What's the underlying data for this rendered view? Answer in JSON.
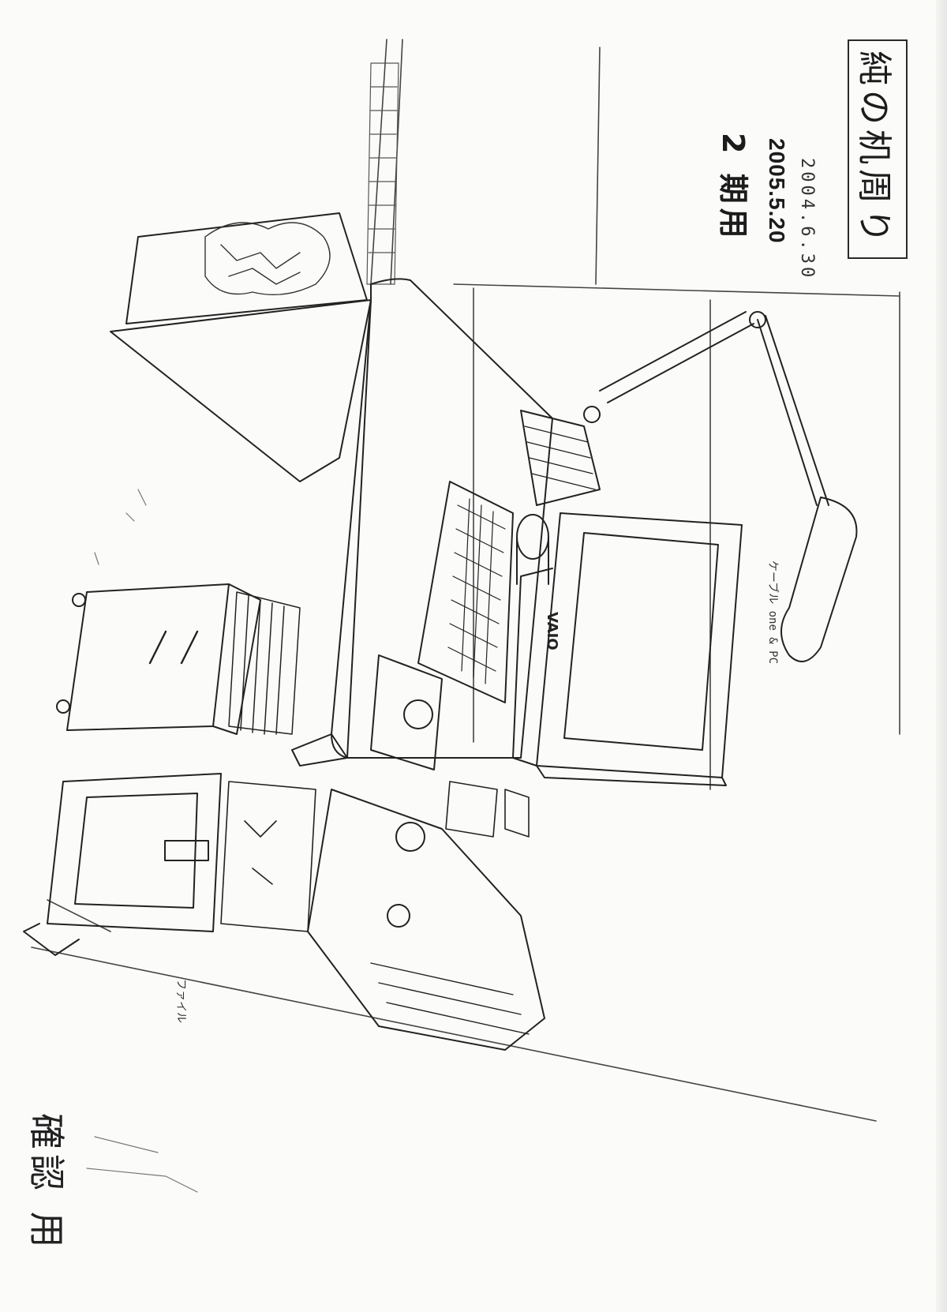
{
  "sheet": {
    "title": "純の机周り",
    "date_handwritten": "2004.6.30",
    "date_printed": "2005.5.20",
    "phase_label": "2 期用",
    "annotation_monitor": "ケーブル one & PC",
    "annotation_floor": "ファイル",
    "bottom_note": "確認 用",
    "monitor_brand": "VAIO"
  },
  "colors": {
    "ink": "#1c1c1c",
    "paper": "#fbfbfa"
  }
}
